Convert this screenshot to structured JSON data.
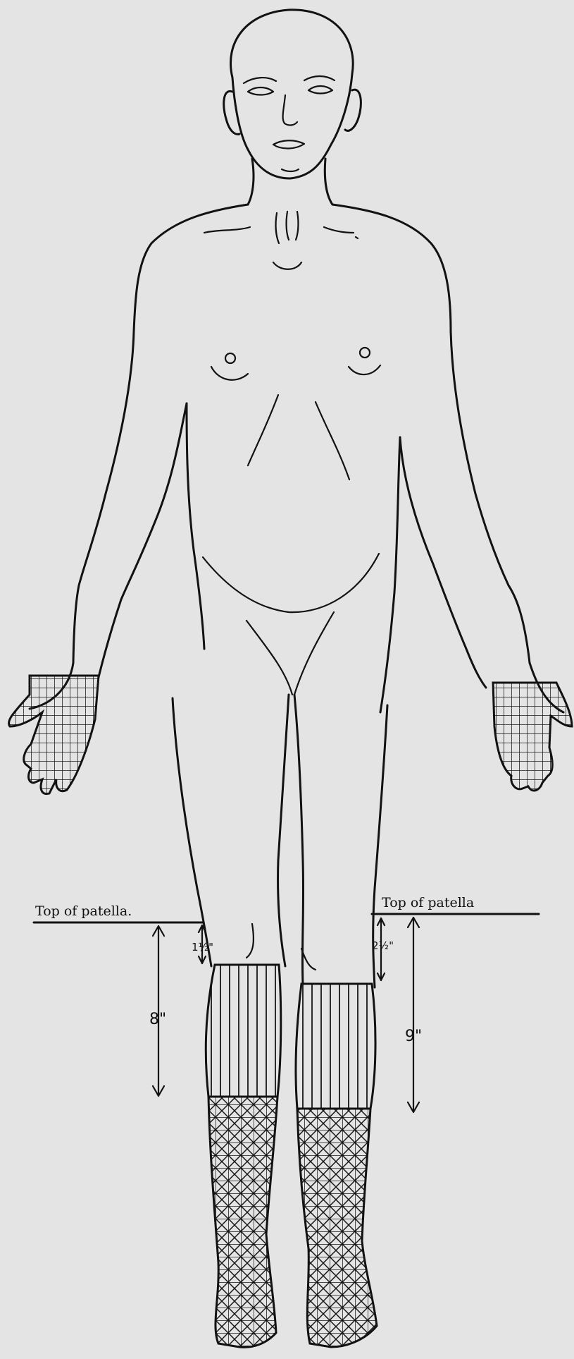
{
  "annotations": {
    "left_patella": "Top of patella.",
    "right_patella": "Top of patella",
    "left_upper_gap": "1½\"",
    "left_zone_length": "8\"",
    "right_upper_gap": "2½\"",
    "right_zone_length": "9\""
  },
  "colors": {
    "paper": "#e4e4e4",
    "ink": "#121212"
  }
}
